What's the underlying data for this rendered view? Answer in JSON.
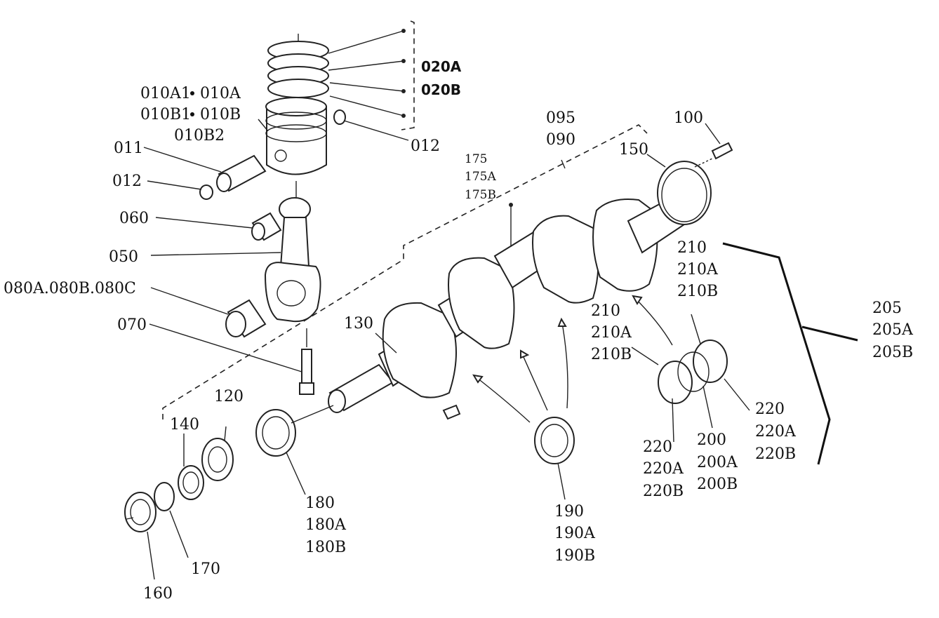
{
  "labels": {
    "l020a": "020A",
    "l020b": "020B",
    "l010a1": "010A1",
    "l010a": "010A",
    "l010b1": "010B1",
    "l010b": "010B",
    "l010b2": "010B2",
    "l012a": "012",
    "l011": "011",
    "l012b": "012",
    "l060": "060",
    "l050": "050",
    "l080": "080A.080B.080C",
    "l070": "070",
    "l095": "095",
    "l090": "090",
    "l100": "100",
    "l150": "150",
    "l175": "175",
    "l175a": "175A",
    "l175b": "175B",
    "l210a_1": "210",
    "l210a_2": "210A",
    "l210a_3": "210B",
    "l205": "205",
    "l205a": "205A",
    "l205b": "205B",
    "l210b_1": "210",
    "l210b_2": "210A",
    "l210b_3": "210B",
    "l130": "130",
    "l120": "120",
    "l140": "140",
    "l220a_1": "220",
    "l220a_2": "220A",
    "l220a_3": "220B",
    "l200_1": "200",
    "l200_2": "200A",
    "l200_3": "200B",
    "l220b_1": "220",
    "l220b_2": "220A",
    "l220b_3": "220B",
    "l180_1": "180",
    "l180_2": "180A",
    "l180_3": "180B",
    "l190_1": "190",
    "l190_2": "190A",
    "l190_3": "190B",
    "l170": "170",
    "l160": "160"
  }
}
